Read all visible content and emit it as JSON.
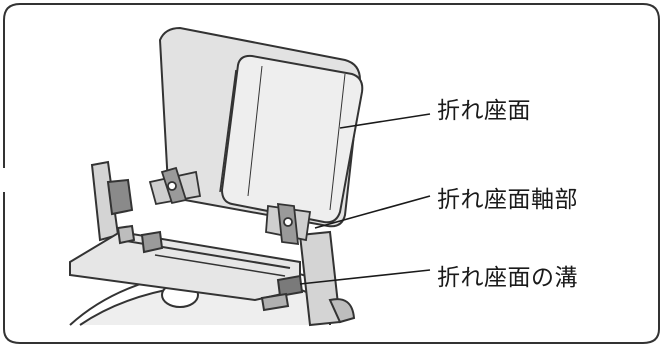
{
  "figure": {
    "subject": "toilet-seat-folding-mechanism",
    "colors": {
      "outline": "#333333",
      "panel_grey": "#e2e2e2",
      "dark_grey": "#7a7a7a",
      "callout_line": "#1a1a1a",
      "frame": "#333333"
    }
  },
  "callouts": [
    {
      "label": "折れ座面"
    },
    {
      "label": "折れ座面軸部"
    },
    {
      "label": "折れ座面の溝"
    }
  ]
}
